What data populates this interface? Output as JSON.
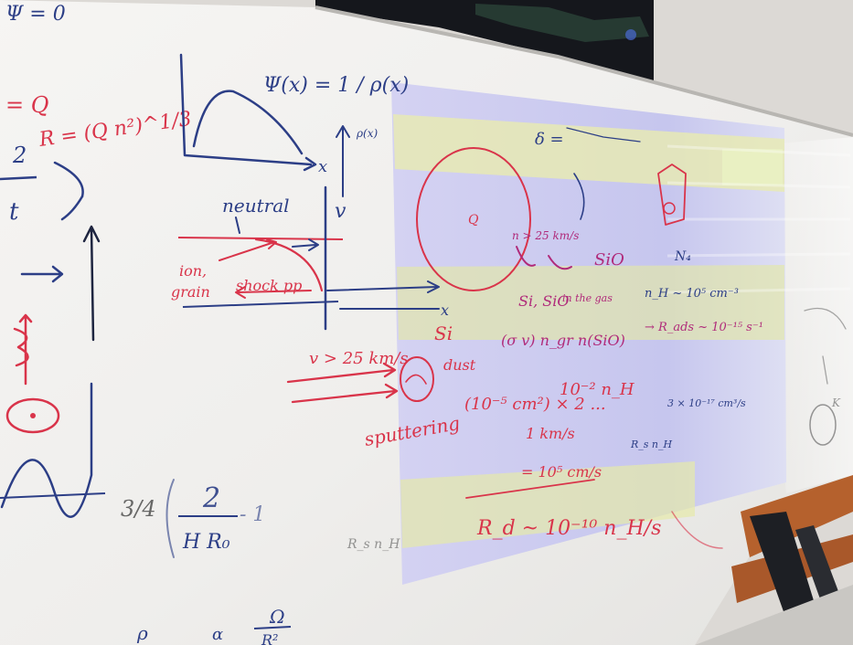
{
  "photo": {
    "subject": "whiteboard",
    "colors": {
      "board": "#f1f0ee",
      "wall": "#d9d6d2",
      "projection": "#c9c8ee",
      "projection_band": "#e6eaa8",
      "red_ink": "#d9344a",
      "blue_ink": "#2c3e86",
      "magenta_ink": "#b02a7a",
      "bench": "#b25a2a"
    }
  },
  "writing": {
    "psi_zero": "Ψ = 0",
    "eq_q": "= Q",
    "eq_r": "R = (Q n²)^1/3",
    "frac_num": "2",
    "frac_den": "t",
    "psi_def": "Ψ(x) = 1 / ρ(x)",
    "rho_x": "ρ(x)",
    "axis_x": "x",
    "axis_v": "v",
    "neutral": "neutral",
    "ion": "ion,",
    "grain": "grain",
    "shock_pp": "shock pp",
    "delta": "δ =",
    "si_label": "Si",
    "dust": "dust",
    "v_shock": "v > 25 km/s",
    "sputtering": "sputtering",
    "sputter_rate": "(10⁻⁵ cm²) × 2 ...",
    "abundance": "10⁻² n_H",
    "one_km": "1 km/s",
    "speed": "= 10⁵ cm/s",
    "rate": "R_d ~ 10⁻¹⁰ n_H/s",
    "si_sio": "Si, SiO",
    "in_the_gas": "in the gas",
    "n_gt": "n > 25 km/s",
    "sio": "SiO",
    "n4": "N₄",
    "nh_val": "n_H ~ 10⁵ cm⁻³",
    "r_ads": "→ R_ads ~ 10⁻¹⁵ s⁻¹",
    "sigma_eq": "(σ v) n_gr n(SiO)",
    "frac_34": "3/4",
    "big_two": "2",
    "hro": "H R₀",
    "minus_one": "- 1",
    "omega": "Ω",
    "r2": "R²",
    "rs_nh": "R_s n_H",
    "coeff": "3 × 10⁻¹⁷ cm³/s",
    "ka": "K"
  }
}
